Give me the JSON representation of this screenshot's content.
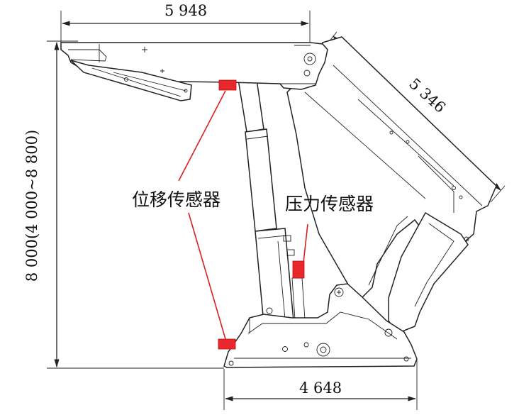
{
  "dimensions": {
    "top_width": "5 948",
    "diagonal_length": "5 346",
    "height": "8 000(4 000~8 800)",
    "base_width": "4 648"
  },
  "labels": {
    "displacement_sensor": "位移传感器",
    "pressure_sensor": "压力传感器"
  },
  "colors": {
    "sensor": "#e8282a",
    "leader_line": "#d82020",
    "outline": "#222222"
  }
}
